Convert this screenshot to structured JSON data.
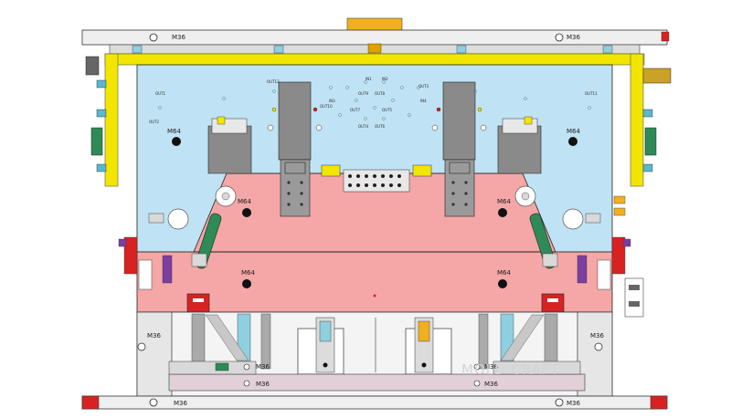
{
  "labels": {
    "m36": "M36",
    "m64": "M64"
  },
  "out_labels": {
    "out1": "OUT1",
    "out2": "OUT2",
    "out3": "OUT3",
    "out4": "OUT4",
    "out5": "OUT5",
    "out6": "OUT6",
    "out7": "OUT7",
    "out8": "OUT8",
    "out9": "OUT9",
    "out10": "OUT10",
    "out11": "OUT11",
    "out12": "OUT12",
    "in1": "IN1",
    "in2": "IN2",
    "in3": "IN3",
    "in4": "IN4"
  },
  "watermark": "MOLD CRAFT",
  "colors": {
    "fixed_half": "#bfe3f5",
    "moving_half": "#f5a6a6",
    "frame_yellow": "#f2e600",
    "plate": "#e9e9e9",
    "core_grey": "#8a8a8a",
    "slide_green": "#2e8b57",
    "red_block": "#d82222"
  }
}
